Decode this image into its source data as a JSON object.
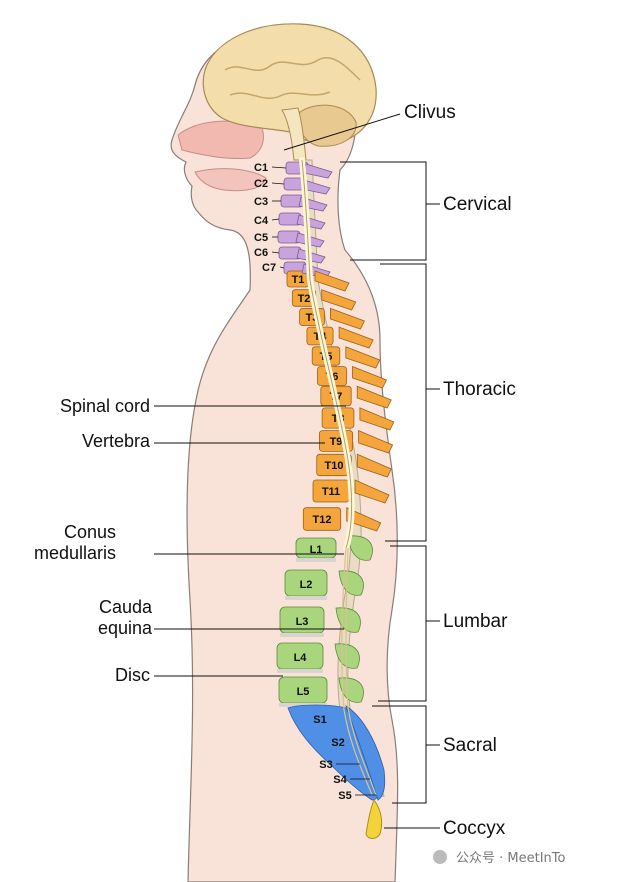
{
  "labels": {
    "clivus": "Clivus",
    "cervical": "Cervical",
    "thoracic": "Thoracic",
    "lumbar": "Lumbar",
    "sacral": "Sacral",
    "coccyx": "Coccyx",
    "spinal_cord": "Spinal cord",
    "vertebra": "Vertebra",
    "conus_line1": "Conus",
    "conus_line2": "medullaris",
    "cauda_line1": "Cauda",
    "cauda_line2": "equina",
    "disc": "Disc"
  },
  "cervical": [
    "C1",
    "C2",
    "C3",
    "C4",
    "C5",
    "C6",
    "C7"
  ],
  "thoracic": [
    "T1",
    "T2",
    "T3",
    "T4",
    "T5",
    "T6",
    "T7",
    "T8",
    "T9",
    "T10",
    "T11",
    "T12"
  ],
  "lumbar": [
    "L1",
    "L2",
    "L3",
    "L4",
    "L5"
  ],
  "sacral": [
    "S1",
    "S2",
    "S3",
    "S4",
    "S5"
  ],
  "watermark": "公众号 · MeetInTo",
  "colors": {
    "skin": "#f9e2d8",
    "skin_outline": "#8a7d79",
    "cervical": "#c9a3dc",
    "thoracic": "#f4a53c",
    "lumbar": "#a9d67d",
    "sacral": "#4f8fe6",
    "coccyx": "#f2d43a",
    "cord": "#fff6d6",
    "brain": "#f3ddaa"
  }
}
